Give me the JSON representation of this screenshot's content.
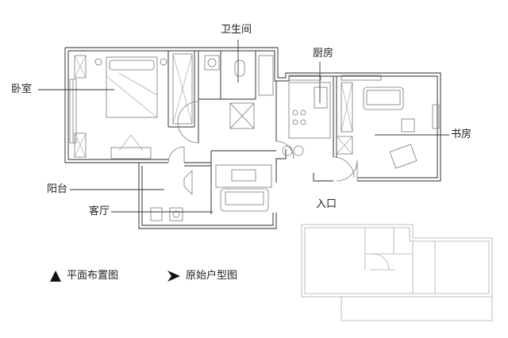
{
  "labels": {
    "bathroom": "卫生间",
    "kitchen": "厨房",
    "bedroom": "卧室",
    "study": "书房",
    "balcony": "阳台",
    "entrance": "入口",
    "living_room": "客厅"
  },
  "legend": {
    "floor_plan": "平面布置图",
    "original_plan": "原始户型图"
  },
  "colors": {
    "ink": "#222222",
    "wall": "#555555",
    "faint": "#aaaaaa"
  }
}
